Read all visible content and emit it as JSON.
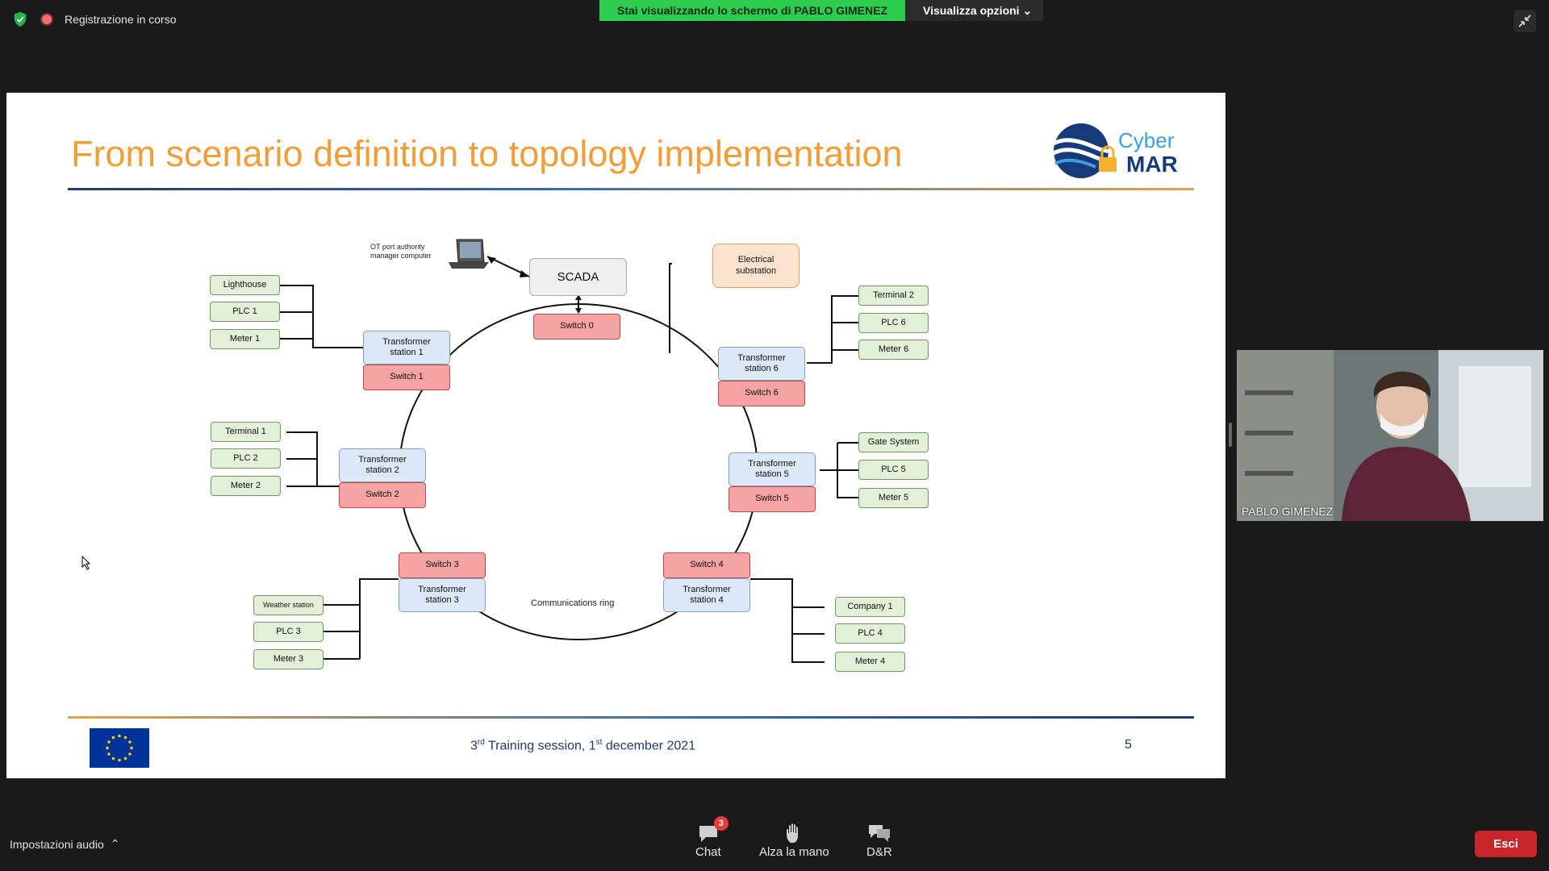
{
  "top_bar": {
    "recording_label": "Registrazione in corso",
    "share_banner": "Stai visualizzando lo schermo di PABLO GIMENEZ",
    "view_options": "Visualizza opzioni"
  },
  "slide": {
    "title": "From scenario definition to topology implementation",
    "logo_line1": "Cyber",
    "logo_line2": "MAR",
    "footer_session": {
      "ord1": "3",
      "sup1": "rd",
      "mid": " Training session, 1",
      "sup2": "st",
      "end": " december 2021"
    },
    "page_number": "5"
  },
  "diagram": {
    "laptop_label_line1": "OT port authority",
    "laptop_label_line2": "manager computer",
    "scada": "SCADA",
    "switch0": "Switch 0",
    "electrical_line1": "Electrical",
    "electrical_line2": "substation",
    "ring_label": "Communications ring",
    "transformer": "Transformer",
    "ts1": "station 1",
    "ts2": "station 2",
    "ts3": "station 3",
    "ts4": "station 4",
    "ts5": "station 5",
    "ts6": "station 6",
    "sw1": "Switch 1",
    "sw2": "Switch 2",
    "sw3": "Switch 3",
    "sw4": "Switch 4",
    "sw5": "Switch 5",
    "sw6": "Switch 6",
    "lighthouse": "Lighthouse",
    "plc1": "PLC 1",
    "meter1": "Meter 1",
    "terminal1": "Terminal 1",
    "plc2": "PLC 2",
    "meter2": "Meter 2",
    "weather": "Weather station",
    "plc3": "PLC 3",
    "meter3": "Meter 3",
    "company1": "Company 1",
    "plc4": "PLC 4",
    "meter4": "Meter 4",
    "gate": "Gate System",
    "plc5": "PLC 5",
    "meter5": "Meter 5",
    "terminal2": "Terminal 2",
    "plc6": "PLC 6",
    "meter6": "Meter 6"
  },
  "participant": {
    "name": "PABLO GIMENEZ"
  },
  "bottom_bar": {
    "audio_settings": "Impostazioni audio",
    "chat_label": "Chat",
    "chat_badge": "3",
    "raise_hand_label": "Alza la mano",
    "qa_label": "D&R",
    "exit_label": "Esci"
  },
  "colors": {
    "title": "#f29d38",
    "share_green": "#2ecc4e",
    "exit_red": "#c9262b"
  }
}
